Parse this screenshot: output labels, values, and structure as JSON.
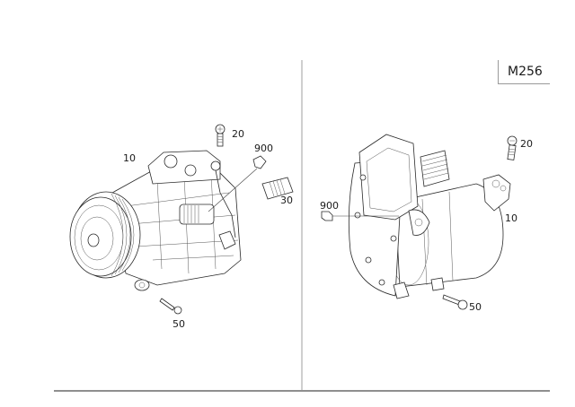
{
  "header": {
    "model_code": "M256"
  },
  "left_view": {
    "description": "A/C compressor (belt-driven, with pulley)",
    "callouts": [
      {
        "id": "10",
        "label": "10",
        "part": "compressor"
      },
      {
        "id": "20",
        "label": "20",
        "part": "bolt"
      },
      {
        "id": "900",
        "label": "900",
        "part": "connector"
      },
      {
        "id": "30",
        "label": "30",
        "part": "sleeve"
      },
      {
        "id": "50",
        "label": "50",
        "part": "bolt"
      }
    ]
  },
  "right_view": {
    "description": "Electric A/C compressor with control unit",
    "callouts": [
      {
        "id": "20",
        "label": "20",
        "part": "bolt"
      },
      {
        "id": "10",
        "label": "10",
        "part": "compressor"
      },
      {
        "id": "900",
        "label": "900",
        "part": "connector"
      },
      {
        "id": "50",
        "label": "50",
        "part": "bolt"
      }
    ]
  },
  "colors": {
    "line_art": "#2a2a2a",
    "frame_line": "#8f8f8f",
    "divider": "#cfcfcf",
    "background": "#ffffff"
  }
}
